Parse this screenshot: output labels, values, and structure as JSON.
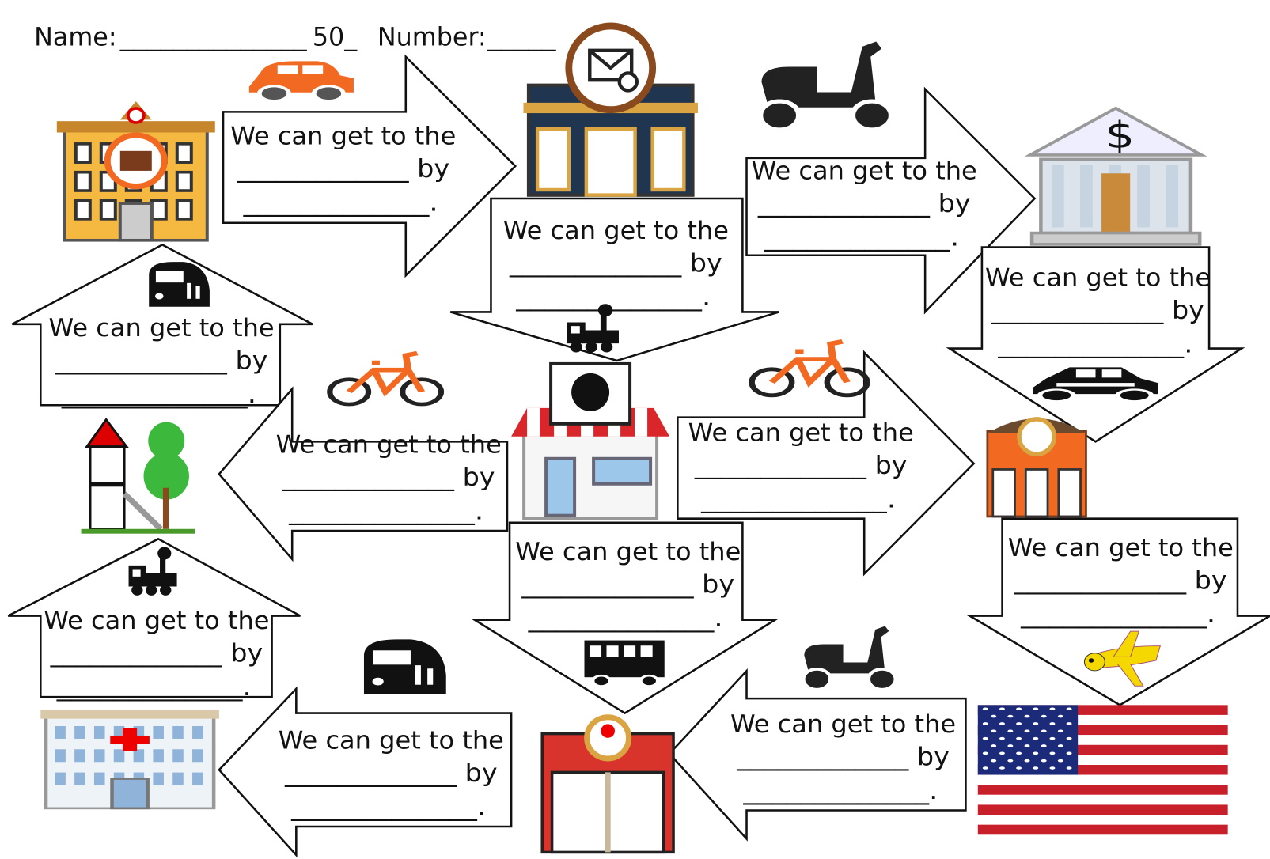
{
  "header": {
    "name_label": "Name:",
    "name_blank": "______________",
    "number_prefix": "50_",
    "number_label": "Number:",
    "number_blank": "_____"
  },
  "arrow_text": {
    "line1": "We can get to the",
    "line2": "_____________ by",
    "line3": "_____________."
  },
  "arrows": [
    {
      "direction": "right",
      "from_icon": "school-icon",
      "vehicle_icon": "car-icon",
      "to_icon": "post-office-icon"
    },
    {
      "direction": "down",
      "from_icon": "post-office-icon",
      "vehicle_icon": "steam-train-icon",
      "to_icon": "restaurant-icon"
    },
    {
      "direction": "right",
      "from_icon": "post-office-icon",
      "vehicle_icon": "scooter-icon",
      "to_icon": "bank-icon"
    },
    {
      "direction": "down",
      "from_icon": "bank-icon",
      "vehicle_icon": "taxi-icon",
      "to_icon": "bookstore-icon"
    },
    {
      "direction": "up",
      "from_icon": "playground-icon",
      "vehicle_icon": "train-icon",
      "to_icon": "school-icon"
    },
    {
      "direction": "left",
      "from_icon": "restaurant-icon",
      "vehicle_icon": "bicycle-icon",
      "to_icon": "playground-icon"
    },
    {
      "direction": "right",
      "from_icon": "restaurant-icon",
      "vehicle_icon": "bicycle-icon",
      "to_icon": "bookstore-icon"
    },
    {
      "direction": "down",
      "from_icon": "restaurant-icon",
      "vehicle_icon": "bus-icon",
      "to_icon": "supermarket-icon"
    },
    {
      "direction": "down",
      "from_icon": "bookstore-icon",
      "vehicle_icon": "airplane-icon",
      "to_icon": "us-flag-icon"
    },
    {
      "direction": "up",
      "from_icon": "hospital-icon",
      "vehicle_icon": "steam-train-icon",
      "to_icon": "playground-icon"
    },
    {
      "direction": "left",
      "from_icon": "supermarket-icon",
      "vehicle_icon": "train-icon",
      "to_icon": "hospital-icon"
    },
    {
      "direction": "left",
      "from_icon": "us-flag-icon",
      "vehicle_icon": "scooter-icon",
      "to_icon": "supermarket-icon"
    }
  ],
  "colors": {
    "orange": "#f26a22",
    "navy": "#1f3550",
    "gold": "#d9a441",
    "red": "#d8262b",
    "flag_blue": "#1c2a7a"
  }
}
